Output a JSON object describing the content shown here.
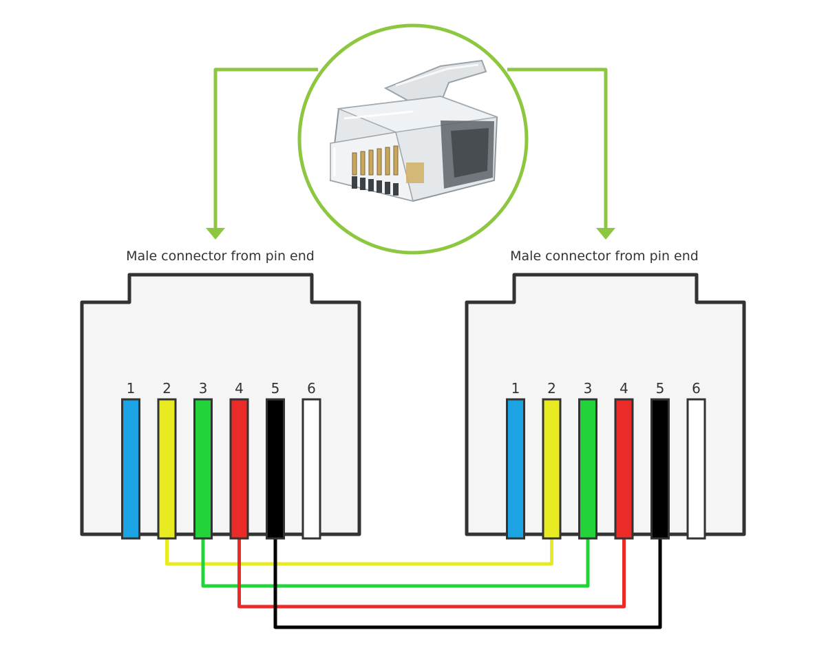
{
  "title": "",
  "left_connector": {
    "caption": "Male connector from pin end",
    "pins": [
      {
        "number": "1",
        "color": "#1ba3e3"
      },
      {
        "number": "2",
        "color": "#e8eb22"
      },
      {
        "number": "3",
        "color": "#22d43a"
      },
      {
        "number": "4",
        "color": "#ea2b27"
      },
      {
        "number": "5",
        "color": "#000000"
      },
      {
        "number": "6",
        "color": "#ffffff"
      }
    ]
  },
  "right_connector": {
    "caption": "Male connector from pin end",
    "pins": [
      {
        "number": "1",
        "color": "#1ba3e3"
      },
      {
        "number": "2",
        "color": "#e8eb22"
      },
      {
        "number": "3",
        "color": "#22d43a"
      },
      {
        "number": "4",
        "color": "#ea2b27"
      },
      {
        "number": "5",
        "color": "#000000"
      },
      {
        "number": "6",
        "color": "#ffffff"
      }
    ]
  },
  "wiring": [
    {
      "from_pin": "2",
      "to_pin": "2",
      "color": "#e8eb22"
    },
    {
      "from_pin": "3",
      "to_pin": "3",
      "color": "#22d43a"
    },
    {
      "from_pin": "4",
      "to_pin": "4",
      "color": "#ea2b27"
    },
    {
      "from_pin": "5",
      "to_pin": "5",
      "color": "#000000"
    }
  ],
  "plug_photo": {
    "icon": "rj-connector-plug-icon"
  },
  "colors": {
    "accent": "#8dc63f",
    "housing_fill": "#f5f5f5",
    "housing_stroke": "#333333"
  }
}
